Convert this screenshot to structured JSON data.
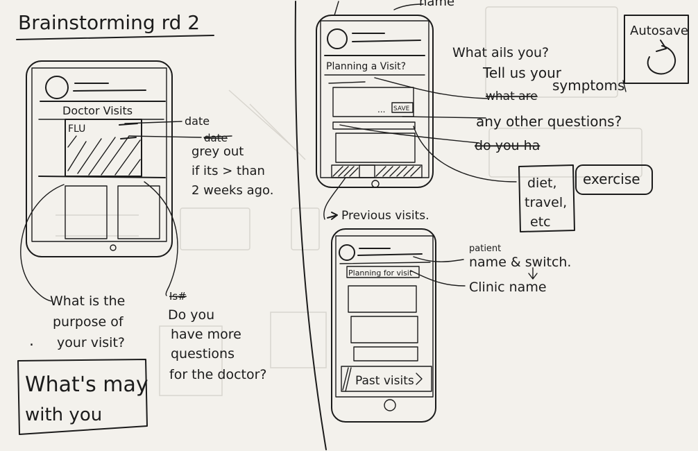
{
  "left_page": {
    "title": "Brainstorming rd 2",
    "phone": {
      "header": "Doctor Visits",
      "card_label": "FLU"
    },
    "notes": {
      "date_label": "date",
      "date_struck": "date",
      "grey_line1": "grey out",
      "grey_line2": "if its > than",
      "grey_line3": "2 weeks ago.",
      "purpose_line1": "What is the",
      "purpose_line2": "purpose of",
      "purpose_line3": "your visit?",
      "bullet": ".",
      "struck_mark": "Is#",
      "more_line1": "Do you",
      "more_line2": "have more",
      "more_line3": "questions",
      "more_line4": "for the doctor?"
    },
    "box": {
      "line1": "What's may",
      "line2": "with you"
    }
  },
  "right_page": {
    "top_label": "name",
    "phone1": {
      "title": "Planning a Visit?",
      "save_label": "SAVE",
      "dots": "..."
    },
    "notes1": {
      "ails": "What ails you?",
      "tell_line1": "Tell us your",
      "tell_struck": "what are",
      "tell_line2": "symptoms",
      "other": "any other questions?",
      "struck_do": "do you ha",
      "diet_line1": "diet,",
      "diet_line2": "travel,",
      "diet_line3": "etc",
      "exercise": "exercise",
      "previous": "Previous visits."
    },
    "autosave": {
      "label": "Autosave"
    },
    "phone2": {
      "title": "Planning for visit",
      "past": "Past visits"
    },
    "notes2": {
      "patient": "patient",
      "name_switch": "name & switch.",
      "clinic": "Clinic name"
    }
  }
}
